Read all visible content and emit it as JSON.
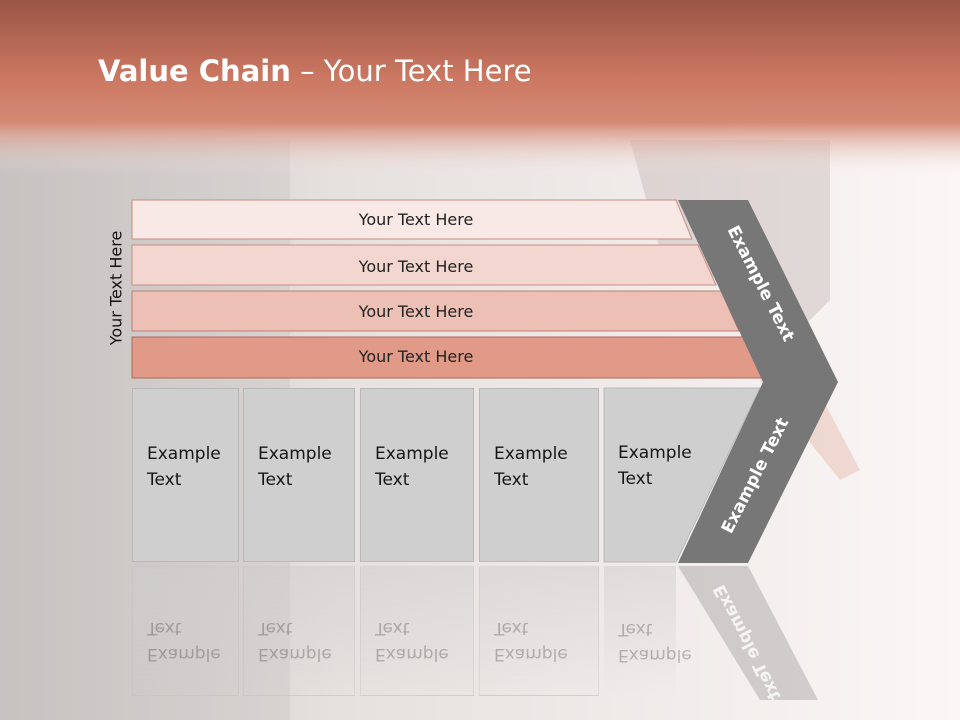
{
  "slide": {
    "title_bold": "Value Chain",
    "title_rest": " – Your Text Here",
    "side_label": "Your Text Here"
  },
  "bars": [
    {
      "label": "Your Text Here",
      "fill": "#f8e9e6",
      "stroke": "#c88d80"
    },
    {
      "label": "Your Text Here",
      "fill": "#f2d6cf",
      "stroke": "#c88d80"
    },
    {
      "label": "Your Text Here",
      "fill": "#ecc0b4",
      "stroke": "#c07d6f"
    },
    {
      "label": "Your Text Here",
      "fill": "#e09a87",
      "stroke": "#b0695a"
    }
  ],
  "boxes": [
    {
      "label": "Example Text"
    },
    {
      "label": "Example Text"
    },
    {
      "label": "Example Text"
    },
    {
      "label": "Example Text"
    },
    {
      "label": "Example Text"
    }
  ],
  "chevron": {
    "upper_label": "Example Text",
    "lower_label": "Example Text",
    "fill": "#777777"
  },
  "colors": {
    "header": "#c97560",
    "box_fill": "#cfcfcf",
    "chevron": "#777777"
  }
}
